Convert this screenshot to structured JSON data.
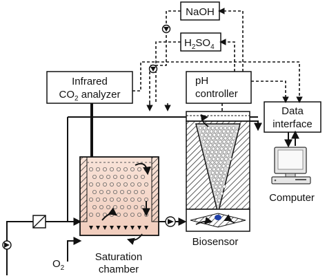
{
  "diagram": {
    "boxes": {
      "naoh": "NaOH",
      "h2so4": {
        "base": "H",
        "sub1": "2",
        "mid": "SO",
        "sub2": "4"
      },
      "infrared": {
        "line1": "Infrared",
        "co2_base": "CO",
        "co2_sub": "2",
        "co2_rest": " analyzer"
      },
      "ph": {
        "line1": "pH",
        "line2": "controller"
      },
      "data_interface": {
        "line1": "Data",
        "line2": "interface"
      }
    },
    "labels": {
      "computer": "Computer",
      "biosensor": "Biosensor",
      "saturation_line1": "Saturation",
      "saturation_line2": "chamber",
      "o2_base": "O",
      "o2_sub": "2"
    },
    "colors": {
      "chamber_fill": "#f6d9cc",
      "biosensor_fill": "#d9d9d9",
      "line": "#111111",
      "hatch": "#333333"
    }
  }
}
